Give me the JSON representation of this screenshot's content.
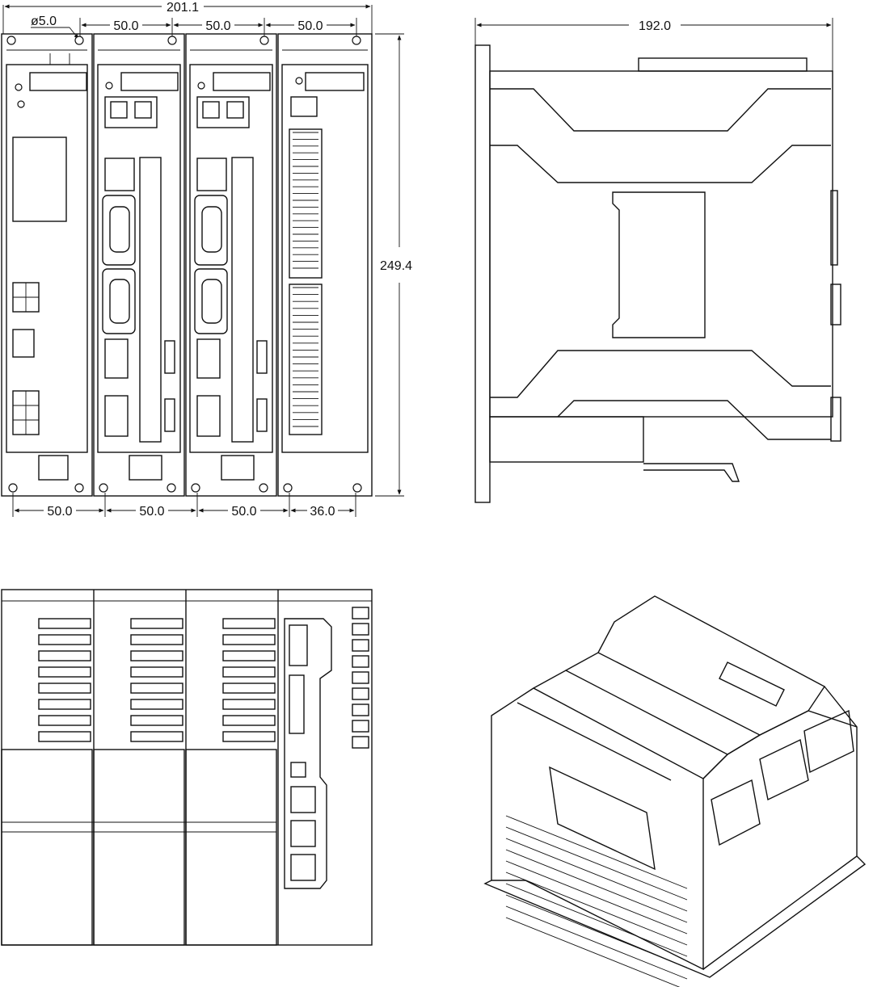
{
  "front_view": {
    "overall_width": "201.1",
    "hole_diameter": "ø5.0",
    "top_pitches": [
      "50.0",
      "50.0",
      "50.0"
    ],
    "bottom_pitches": [
      "50.0",
      "50.0",
      "50.0",
      "36.0"
    ],
    "height": "249.4"
  },
  "side_view": {
    "depth": "192.0"
  }
}
